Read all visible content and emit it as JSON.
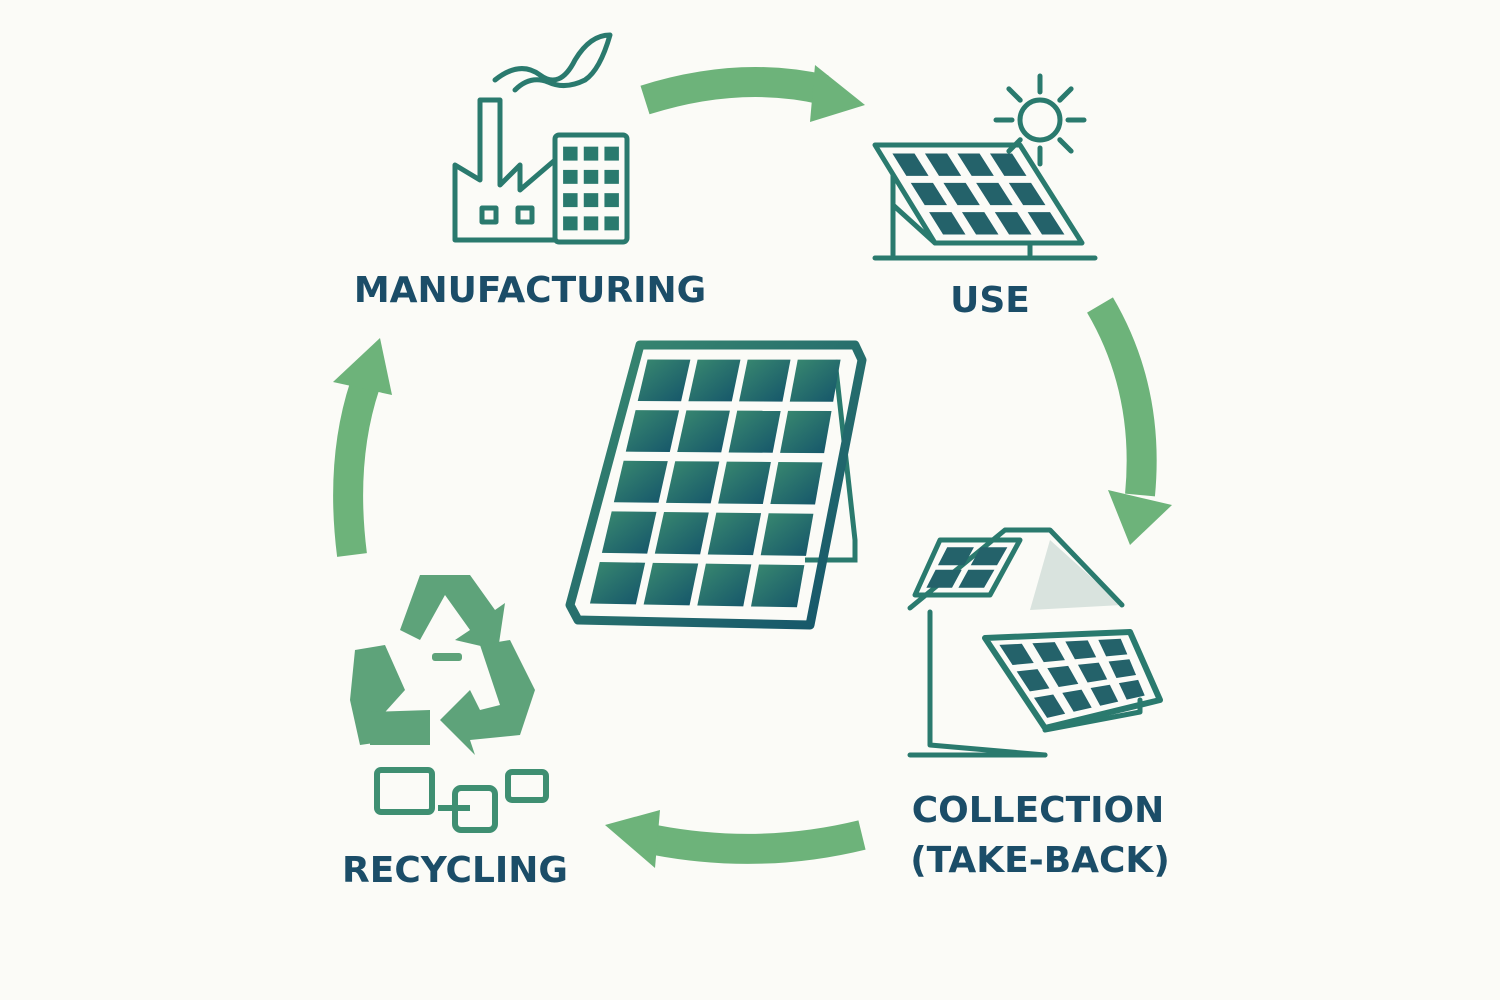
{
  "stages": {
    "manufacturing": "MANUFACTURING",
    "use": "USE",
    "collection_line1": "COLLECTION",
    "collection_line2": "(TAKE-BACK)",
    "recycling": "RECYCLING"
  },
  "colors": {
    "arrow": "#6db37a",
    "label": "#1b4d68",
    "panel": "#236d67",
    "outline": "#2a7a6e",
    "background": "#fbfbf7"
  }
}
